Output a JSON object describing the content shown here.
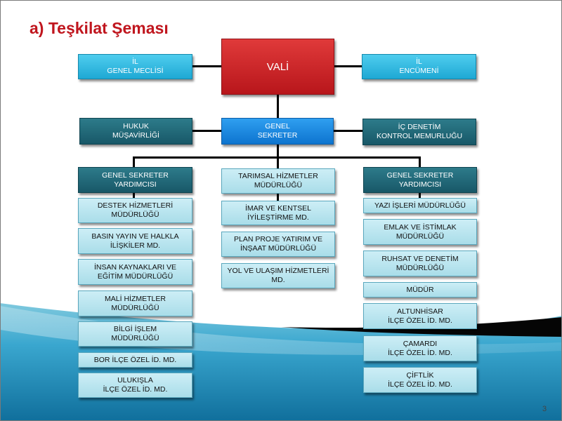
{
  "slide": {
    "title": "a) Teşkilat Şeması",
    "page_number": "3"
  },
  "colors": {
    "title": "#c0161e",
    "vali": "#c8191e",
    "genel_sekreter": "#1a86dd",
    "top_side": "#2bb6e0",
    "dark_teal": "#1d6675",
    "light_unit": "#bfe8f2"
  },
  "org": {
    "vali": "VALİ",
    "il_genel_meclisi": "İL\nGENEL MECLİSİ",
    "il_encumeni": "İL\nENCÜMENİ",
    "genel_sekreter": "GENEL\nSEKRETER",
    "hukuk": "HUKUK\nMÜŞAVİRLİĞİ",
    "ic_denetim": "İÇ DENETİM\nKONTROL MEMURLUĞU",
    "left": {
      "head": "GENEL SEKRETER\nYARDIMCISI",
      "units": [
        "DESTEK HİZMETLERİ\nMÜDÜRLÜĞÜ",
        "BASIN YAYIN VE HALKLA\nİLİŞKİLER MD.",
        "İNSAN KAYNAKLARI VE\nEĞİTİM MÜDÜRLÜĞÜ",
        "MALİ HİZMETLER\nMÜDÜRLÜĞÜ",
        "BİLGİ İŞLEM\nMÜDÜRLÜĞÜ",
        "BOR İLÇE ÖZEL İD. MD.",
        "ULUKIŞLA\nİLÇE ÖZEL İD. MD."
      ]
    },
    "center": {
      "units": [
        "TARIMSAL HİZMETLER\nMÜDÜRLÜĞÜ",
        "İMAR VE KENTSEL\nİYİLEŞTİRME MD.",
        "PLAN PROJE YATIRIM VE\nİNŞAAT MÜDÜRLÜĞÜ",
        "YOL VE ULAŞIM HİZMETLERİ\nMD."
      ]
    },
    "right": {
      "head": "GENEL SEKRETER\nYARDIMCISI",
      "units": [
        "YAZI İŞLERİ MÜDÜRLÜĞÜ",
        "EMLAK VE İSTİMLAK\nMÜDÜRLÜĞÜ",
        "RUHSAT VE DENETİM\nMÜDÜRLÜĞÜ",
        "MÜDÜR",
        "ALTUNHİSAR\nİLÇE ÖZEL İD. MD.",
        "ÇAMARDI\nİLÇE ÖZEL İD. MD.",
        "ÇİFTLİK\nİLÇE ÖZEL İD. MD."
      ]
    }
  }
}
